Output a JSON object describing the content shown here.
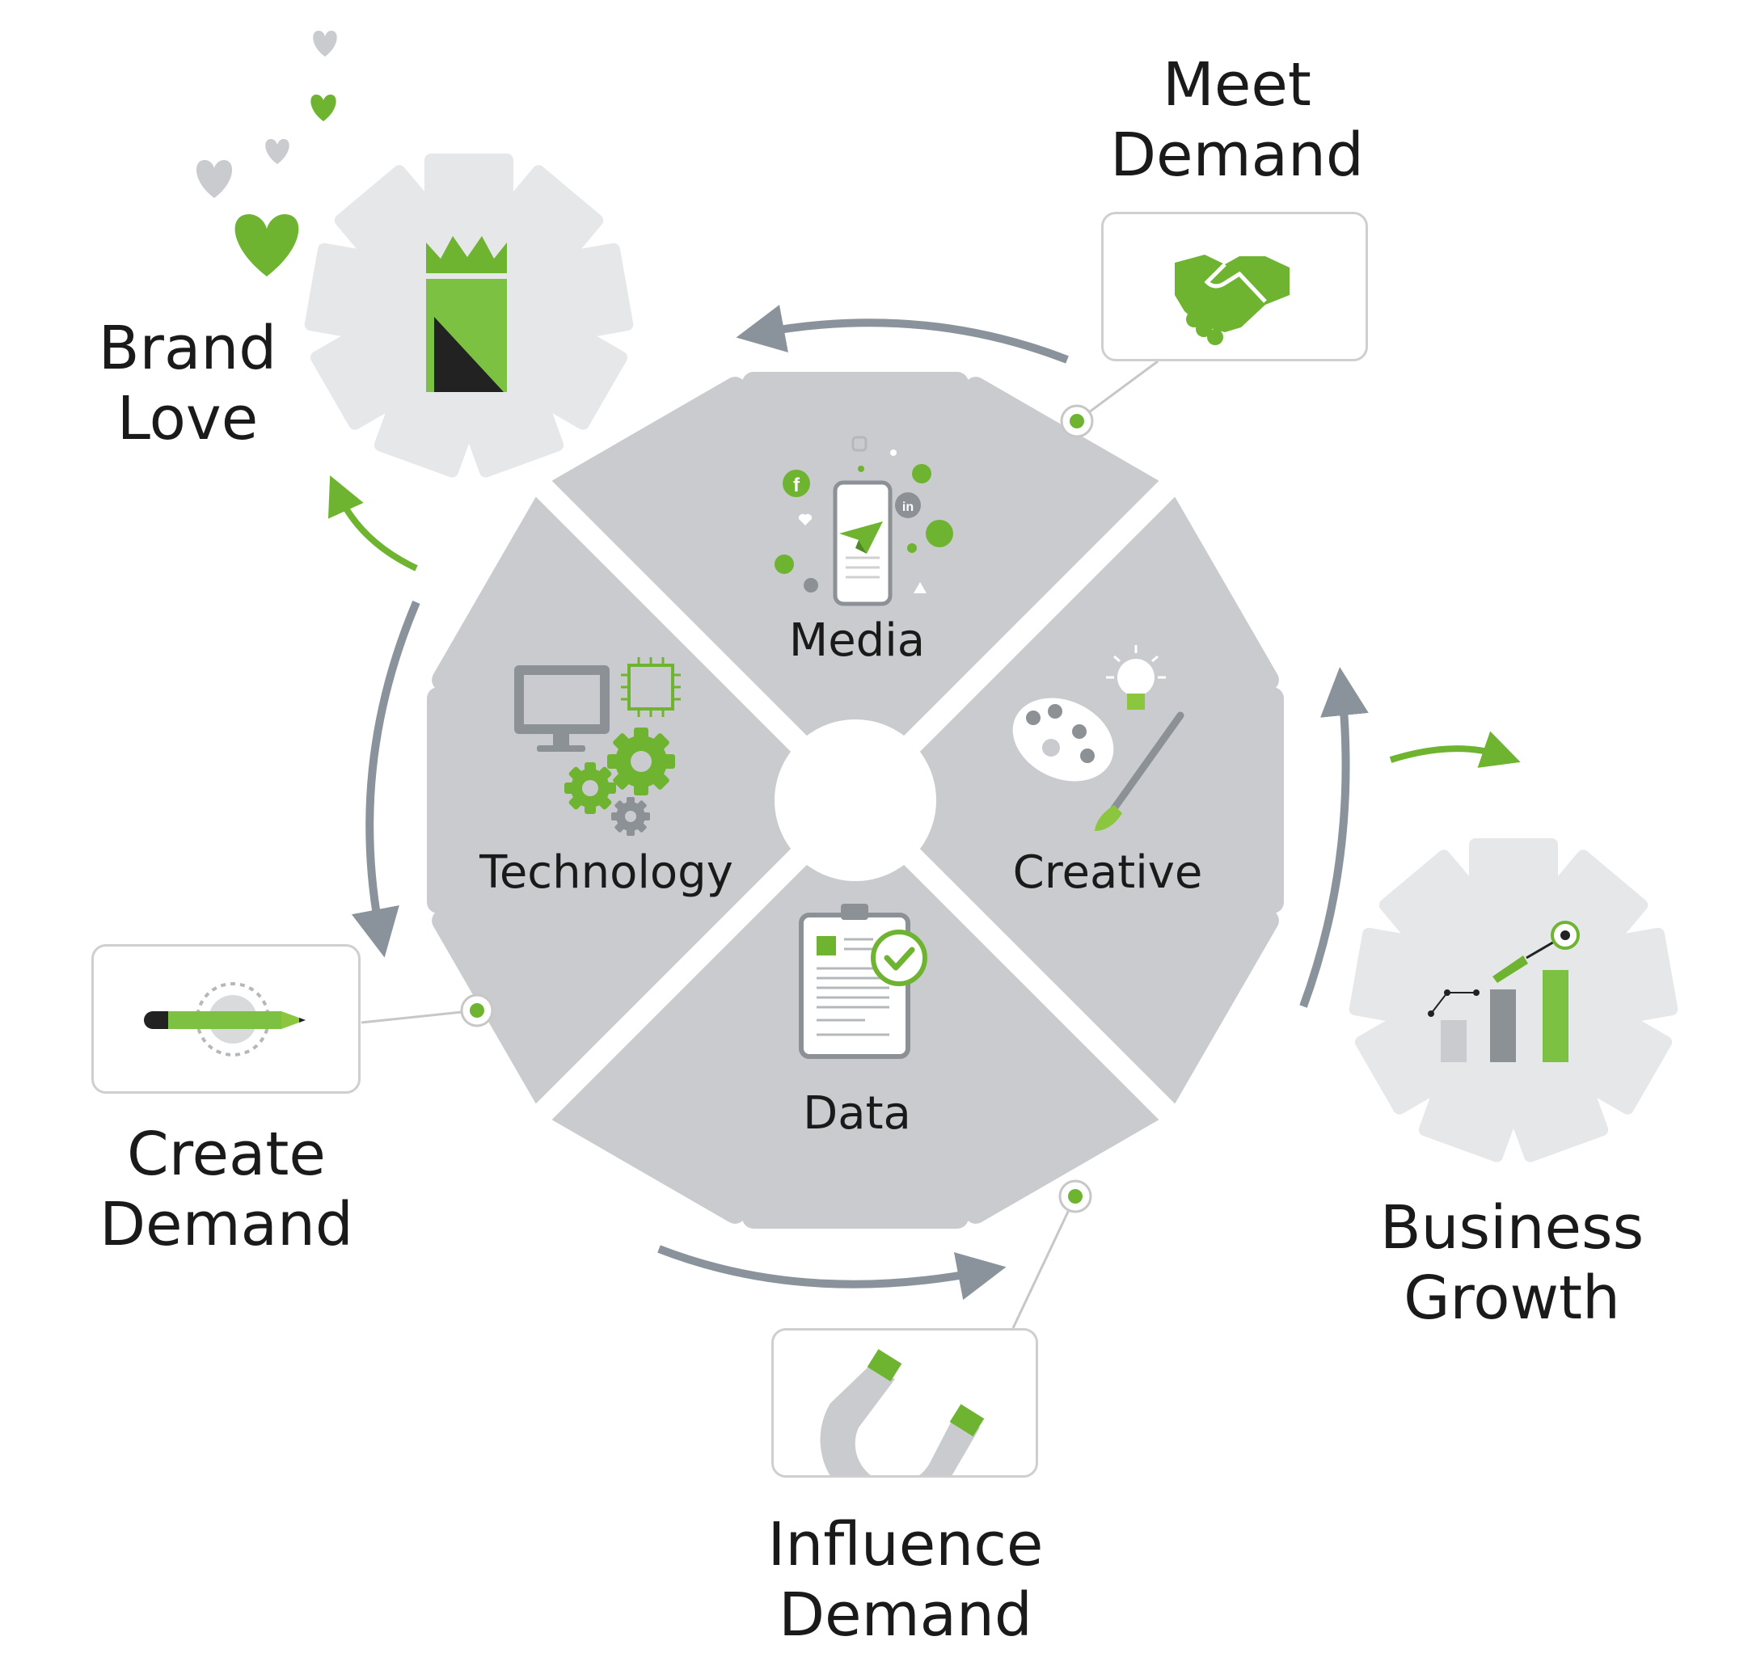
{
  "outer_stages": {
    "brand_love": [
      "Brand",
      "Love"
    ],
    "meet_demand": [
      "Meet",
      "Demand"
    ],
    "create_demand": [
      "Create",
      "Demand"
    ],
    "influence_demand": [
      "Influence",
      "Demand"
    ],
    "business_growth": [
      "Business",
      "Growth"
    ]
  },
  "gear_segments": {
    "media": "Media",
    "technology": "Technology",
    "creative": "Creative",
    "data": "Data"
  },
  "social_badges": {
    "facebook": "f",
    "linkedin": "in"
  },
  "colors": {
    "green": "#6fb431",
    "light_green": "#8cc63f",
    "gear_grey": "#c9cbce",
    "light_gear": "#e6e7e8",
    "arrow_grey": "#8a939b",
    "icon_grey": "#8c9196",
    "dark": "#222222"
  }
}
